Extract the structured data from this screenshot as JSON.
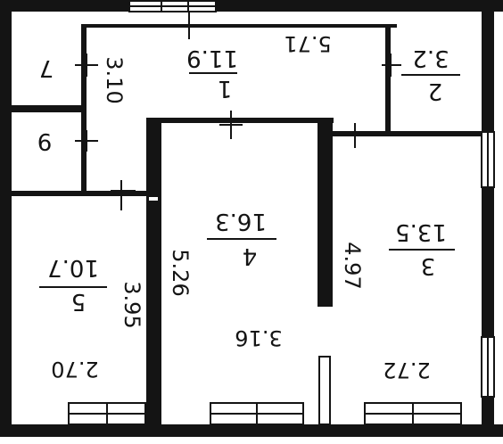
{
  "floor_plan": {
    "rooms": [
      {
        "number": "1",
        "area": "11.9"
      },
      {
        "number": "2",
        "area": "3.2"
      },
      {
        "number": "3",
        "area": "13.5"
      },
      {
        "number": "4",
        "area": "16.3"
      },
      {
        "number": "5",
        "area": "10.7"
      },
      {
        "number": "6",
        "area": ""
      },
      {
        "number": "7",
        "area": ""
      }
    ],
    "dimensions": [
      "5.71",
      "3.10",
      "4.97",
      "2.72",
      "5.26",
      "3.16",
      "3.95",
      "2.70"
    ]
  },
  "colors": {
    "wall": "#141414",
    "background": "#ffffff"
  }
}
